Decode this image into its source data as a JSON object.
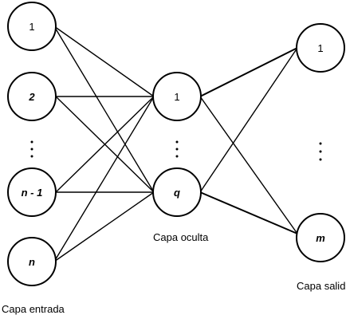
{
  "input_layer": {
    "caption": "Capa entrada",
    "nodes": [
      "1",
      "2",
      "n - 1",
      "n"
    ]
  },
  "hidden_layer": {
    "caption": "Capa oculta",
    "nodes": [
      "1",
      "q"
    ]
  },
  "output_layer": {
    "caption": "Capa salida",
    "nodes": [
      "1",
      "m"
    ]
  }
}
